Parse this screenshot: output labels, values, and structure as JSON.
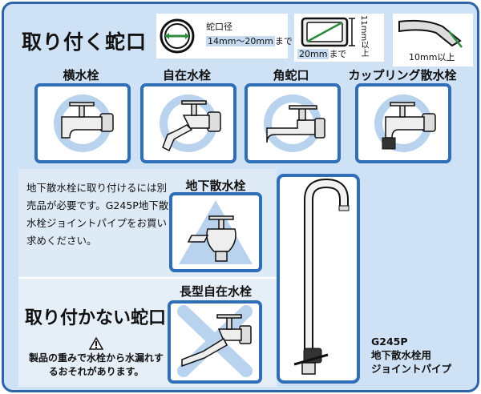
{
  "header": {
    "title": "取り付く蛇口",
    "diameter_label": "蛇口径",
    "diameter_range": "14mm〜20mm",
    "diameter_suffix": "まで",
    "square_vertical": "11mm以上",
    "square_width": "20mm",
    "square_suffix": "まで",
    "length_label": "10mm以上"
  },
  "faucets": [
    {
      "label": "横水栓",
      "icon": "horizontal-faucet-icon"
    },
    {
      "label": "自在水栓",
      "icon": "swivel-faucet-icon"
    },
    {
      "label": "角蛇口",
      "icon": "angle-faucet-icon"
    },
    {
      "label": "カップリング散水栓",
      "icon": "coupling-faucet-icon"
    }
  ],
  "underground": {
    "note": "地下散水栓に取り付けるには別売品が必要です。G245P地下散水栓ジョイントパイプをお買い求めください。",
    "label": "地下散水栓",
    "icon": "underground-faucet-icon"
  },
  "not_attachable": {
    "title": "取り付かない蛇口",
    "label": "長型自在水栓",
    "icon": "long-swivel-faucet-icon",
    "warning": "製品の重みで水栓から水漏れするおそれがあります。"
  },
  "pipe": {
    "caption_line1": "G245P",
    "caption_line2": "地下散水栓用",
    "caption_line3": "ジョイントパイプ",
    "icon": "joint-pipe-icon"
  },
  "colors": {
    "accent": "#2e6fb8",
    "background": "#cfe1f4",
    "circle_fill": "#b9d2ee"
  }
}
